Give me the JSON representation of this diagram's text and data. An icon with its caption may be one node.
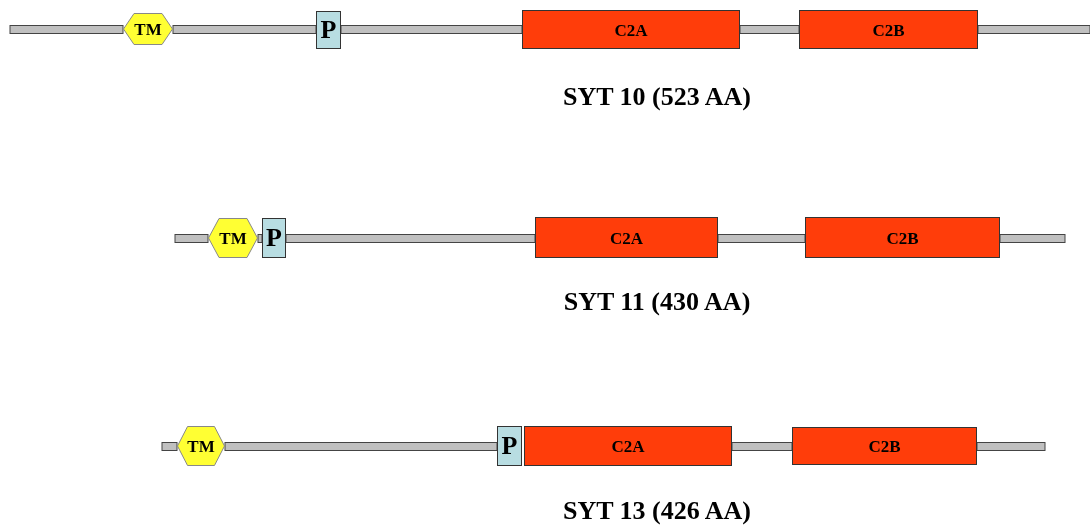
{
  "diagram": {
    "nodes": [
      {
        "text": [
          "TM"
        ]
      },
      {
        "text": [
          "P"
        ]
      },
      {
        "text": [
          "C2A"
        ]
      },
      {
        "text": [
          "C2B"
        ]
      },
      {
        "text": [
          "TM"
        ]
      },
      {
        "text": [
          "P"
        ]
      },
      {
        "text": [
          "C2A"
        ]
      },
      {
        "text": [
          "C2B"
        ]
      },
      {
        "text": [
          "TM"
        ]
      },
      {
        "text": [
          "P"
        ]
      },
      {
        "text": [
          "C2A"
        ]
      },
      {
        "text": [
          "C2B"
        ]
      }
    ],
    "labels": [
      "SYT 10 (523 AA)",
      "SYT 11 (430 AA)",
      "SYT 13 (426 AA)"
    ]
  }
}
